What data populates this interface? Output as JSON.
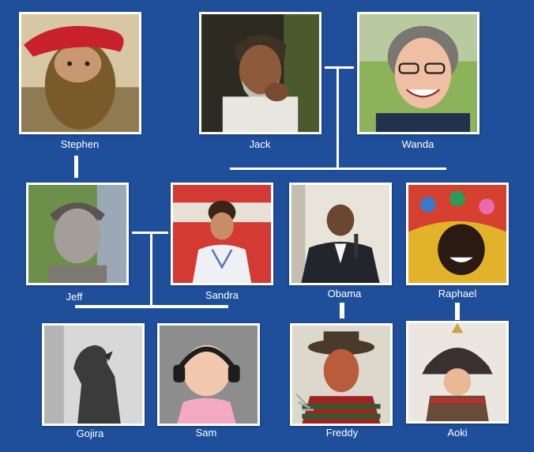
{
  "background_color": "#1f4f9a",
  "line_color": "#ffffff",
  "people": {
    "stephen": {
      "name": "Stephen",
      "portrait": "bearded-man-red-hat"
    },
    "jack": {
      "name": "Jack",
      "portrait": "old-man-smoking"
    },
    "wanda": {
      "name": "Wanda",
      "portrait": "smiling-woman-glasses"
    },
    "jeff": {
      "name": "Jeff",
      "portrait": "statue-man"
    },
    "sandra": {
      "name": "Sandra",
      "portrait": "woman-kimono"
    },
    "obama": {
      "name": "Obama",
      "portrait": "man-at-microphone"
    },
    "raphael": {
      "name": "Raphael",
      "portrait": "man-carnival-headdress"
    },
    "gojira": {
      "name": "Gojira",
      "portrait": "monster-statue"
    },
    "sam": {
      "name": "Sam",
      "portrait": "baby-headphones"
    },
    "freddy": {
      "name": "Freddy",
      "portrait": "horror-mask"
    },
    "aoki": {
      "name": "Aoki",
      "portrait": "child-samurai-helmet"
    }
  }
}
